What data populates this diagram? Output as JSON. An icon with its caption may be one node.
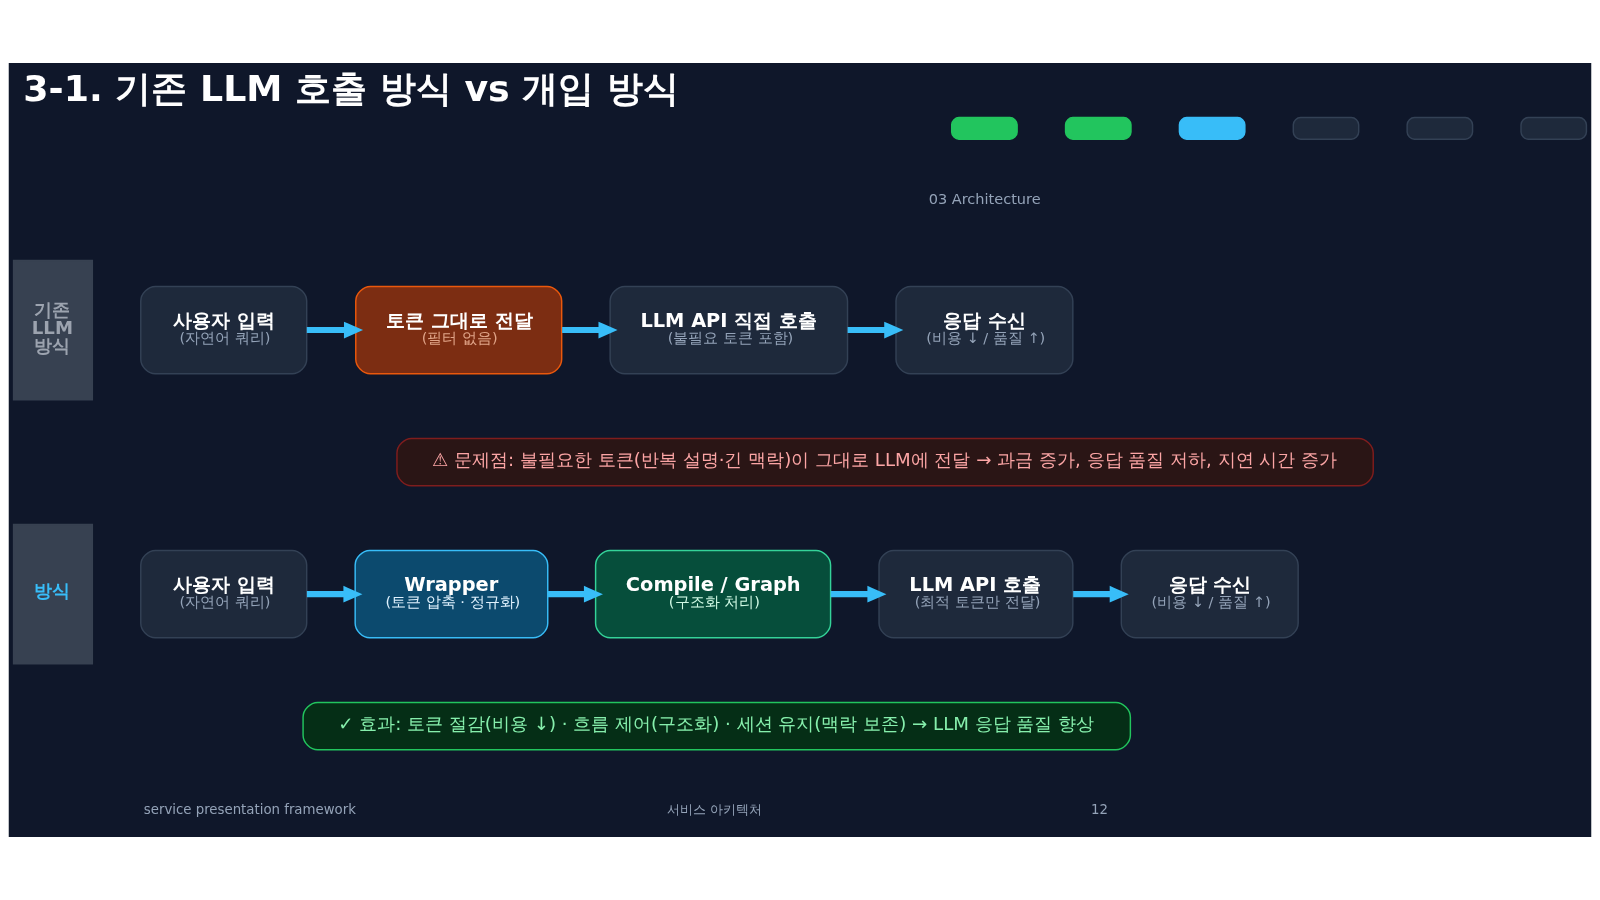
{
  "diagram": {
    "title": "3-1. 기존 LLM 호출 방식 vs 개입 방식",
    "nodes": [
      {
        "text": [],
        "shape": "bar"
      },
      {
        "text": [],
        "shape": "bar"
      },
      {
        "text": [],
        "shape": "bar"
      },
      {
        "text": [],
        "shape": "bar"
      },
      {
        "text": [],
        "shape": "bar"
      },
      {
        "text": [],
        "shape": "bar"
      },
      {
        "text": [
          "기존 LLM 방식"
        ]
      },
      {
        "text": [
          "사용자 입력",
          "(자연어 쿼리)"
        ]
      },
      {
        "text": [
          "토큰 그대로 전달",
          "(필터 없음)"
        ]
      },
      {
        "text": [
          "LLM API 직접 호출",
          "(불필요 토큰 포함)"
        ]
      },
      {
        "text": [
          "응답 수신",
          "(비용 ↓ / 품질 ↑)"
        ]
      },
      {
        "text": [
          "⚠ 문제점: 불필요한 토큰(반복 설명·긴 맥락)이 그대로 LLM에 전달 → 과금 증가, 응답 품질 저하, 지연 시간 증가"
        ]
      },
      {
        "text": [
          "방식"
        ]
      },
      {
        "text": [
          "사용자 입력",
          "(자연어 쿼리)"
        ]
      },
      {
        "text": [
          "Wrapper",
          "(토큰 압축 · 정규화)"
        ]
      },
      {
        "text": [
          "Compile / Graph",
          "(구조화 처리)"
        ]
      },
      {
        "text": [
          "LLM API 호출",
          "(최적 토큰만 전달)"
        ]
      },
      {
        "text": [
          "응답 수신",
          "(비용 ↓ / 품질 ↑)"
        ]
      },
      {
        "text": [
          "✓ 효과: 토큰 절감(비용 ↓) · 흐름 제어(구조화) · 세션 유지(맥락 보존) → LLM 응답 품질 향상"
        ]
      }
    ],
    "edges": [
      {
        "from": 7,
        "to": 8,
        "arrow": "to"
      },
      {
        "from": 8,
        "to": 9,
        "arrow": "to"
      },
      {
        "from": 9,
        "to": 10,
        "arrow": "to"
      },
      {
        "from": 13,
        "to": 14,
        "arrow": "to"
      },
      {
        "from": 14,
        "to": 15,
        "arrow": "to"
      },
      {
        "from": 15,
        "to": 16,
        "arrow": "to"
      },
      {
        "from": 16,
        "to": 17,
        "arrow": "to"
      }
    ],
    "labels": [
      "03 Architecture",
      "service presentation framework",
      "서비스 아키텍처",
      "12"
    ]
  }
}
